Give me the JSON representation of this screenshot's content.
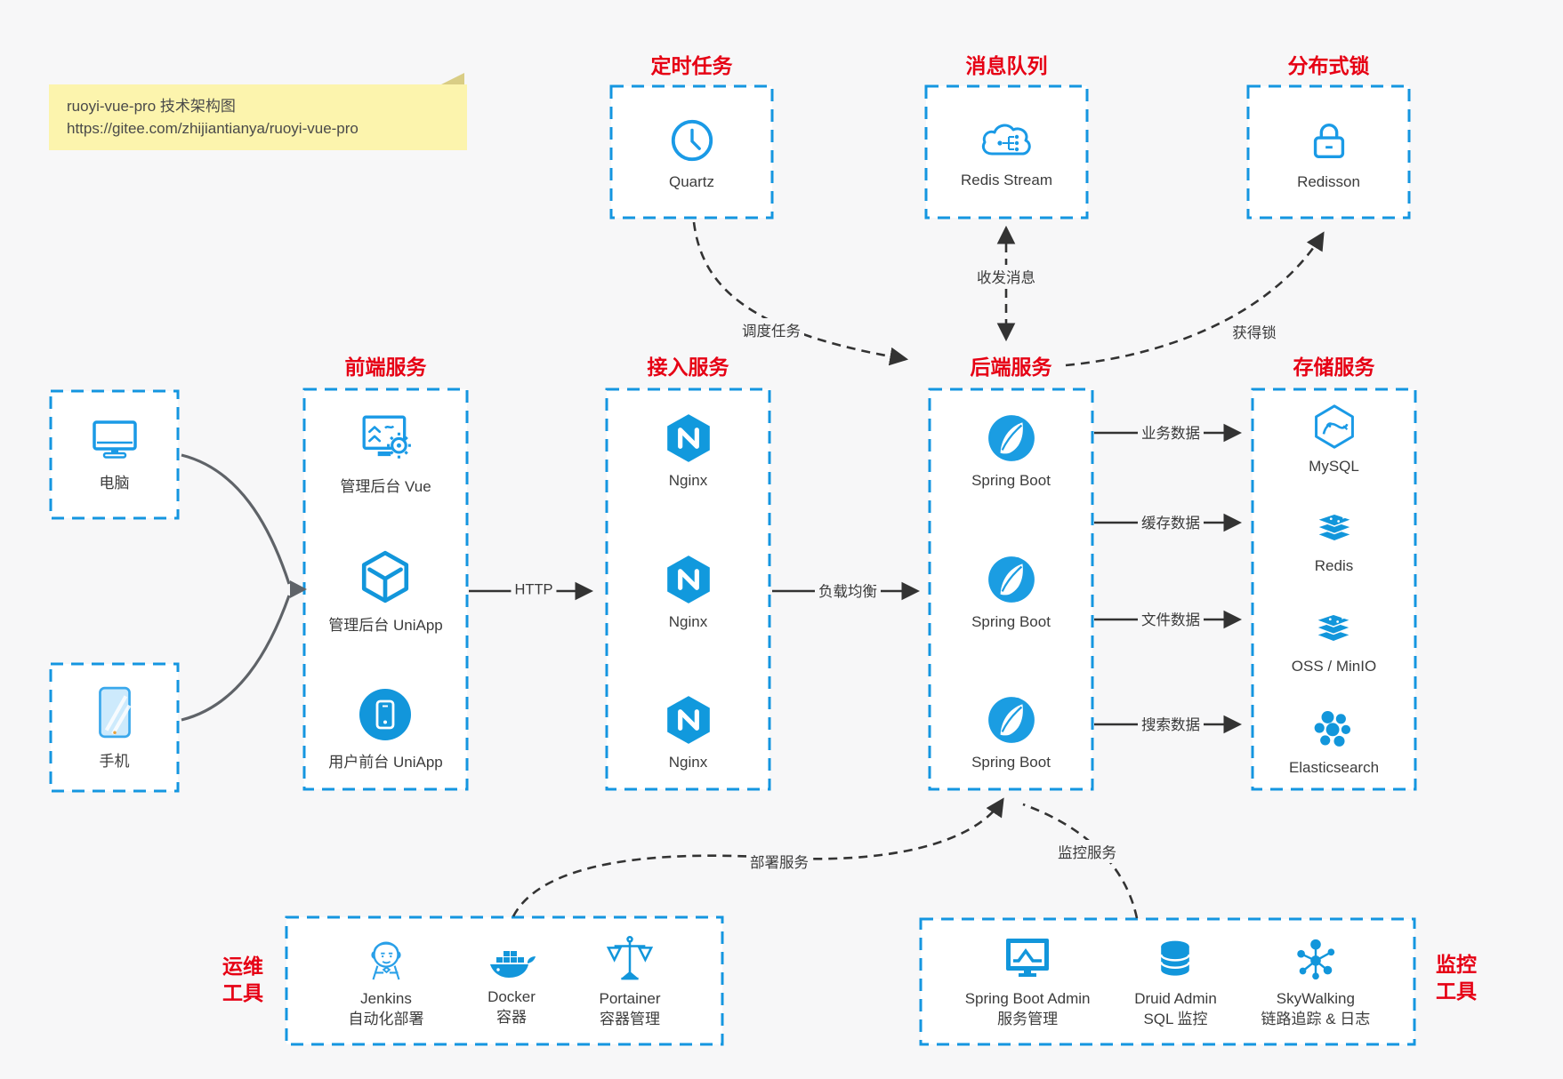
{
  "note": {
    "line1": "ruoyi-vue-pro 技术架构图",
    "line2": "https://gitee.com/zhijiantianya/ruoyi-vue-pro"
  },
  "top_groups": [
    {
      "title": "定时任务",
      "item": {
        "label": "Quartz",
        "icon": "clock-icon"
      }
    },
    {
      "title": "消息队列",
      "item": {
        "label": "Redis Stream",
        "icon": "cloud-network-icon"
      }
    },
    {
      "title": "分布式锁",
      "item": {
        "label": "Redisson",
        "icon": "lock-icon"
      }
    }
  ],
  "clients": [
    {
      "label": "电脑",
      "icon": "desktop-icon"
    },
    {
      "label": "手机",
      "icon": "smartphone-icon"
    }
  ],
  "columns": {
    "frontend": {
      "title": "前端服务",
      "items": [
        {
          "label": "管理后台 Vue",
          "icon": "admin-vue-icon"
        },
        {
          "label": "管理后台 UniApp",
          "icon": "uniapp-cube-icon"
        },
        {
          "label": "用户前台 UniApp",
          "icon": "user-uniapp-icon"
        }
      ]
    },
    "gateway": {
      "title": "接入服务",
      "items": [
        {
          "label": "Nginx",
          "icon": "nginx-icon"
        },
        {
          "label": "Nginx",
          "icon": "nginx-icon"
        },
        {
          "label": "Nginx",
          "icon": "nginx-icon"
        }
      ]
    },
    "backend": {
      "title": "后端服务",
      "items": [
        {
          "label": "Spring Boot",
          "icon": "spring-boot-icon"
        },
        {
          "label": "Spring Boot",
          "icon": "spring-boot-icon"
        },
        {
          "label": "Spring Boot",
          "icon": "spring-boot-icon"
        }
      ]
    },
    "storage": {
      "title": "存储服务",
      "items": [
        {
          "label": "MySQL",
          "icon": "mysql-icon"
        },
        {
          "label": "Redis",
          "icon": "redis-stack-icon"
        },
        {
          "label": "OSS / MinIO",
          "icon": "oss-stack-icon"
        },
        {
          "label": "Elasticsearch",
          "icon": "elasticsearch-icon"
        }
      ]
    }
  },
  "bottom_groups": {
    "ops": {
      "side_title": [
        "运维",
        "工具"
      ],
      "items": [
        {
          "name": "Jenkins",
          "desc": "自动化部署",
          "icon": "jenkins-icon"
        },
        {
          "name": "Docker",
          "desc": "容器",
          "icon": "docker-icon"
        },
        {
          "name": "Portainer",
          "desc": "容器管理",
          "icon": "portainer-icon"
        }
      ]
    },
    "monitoring": {
      "side_title": [
        "监控",
        "工具"
      ],
      "items": [
        {
          "name": "Spring Boot Admin",
          "desc": "服务管理",
          "icon": "spring-boot-admin-icon"
        },
        {
          "name": "Druid Admin",
          "desc": "SQL 监控",
          "icon": "druid-icon"
        },
        {
          "name": "SkyWalking",
          "desc": "链路追踪 & 日志",
          "icon": "skywalking-icon"
        }
      ]
    }
  },
  "edge_labels": {
    "http": "HTTP",
    "load_balance": "负载均衡",
    "schedule": "调度任务",
    "messages": "收发消息",
    "acquire_lock": "获得锁",
    "business_data": "业务数据",
    "cache_data": "缓存数据",
    "file_data": "文件数据",
    "search_data": "搜索数据",
    "deploy": "部署服务",
    "monitor": "监控服务"
  },
  "colors": {
    "box_border_blue": "#1496e0",
    "title_red": "#e60014",
    "icon_blue": "#1296db",
    "arrow_dark": "#333333",
    "arrow_gray": "#5f6368",
    "note_bg": "#fcf4ad"
  }
}
